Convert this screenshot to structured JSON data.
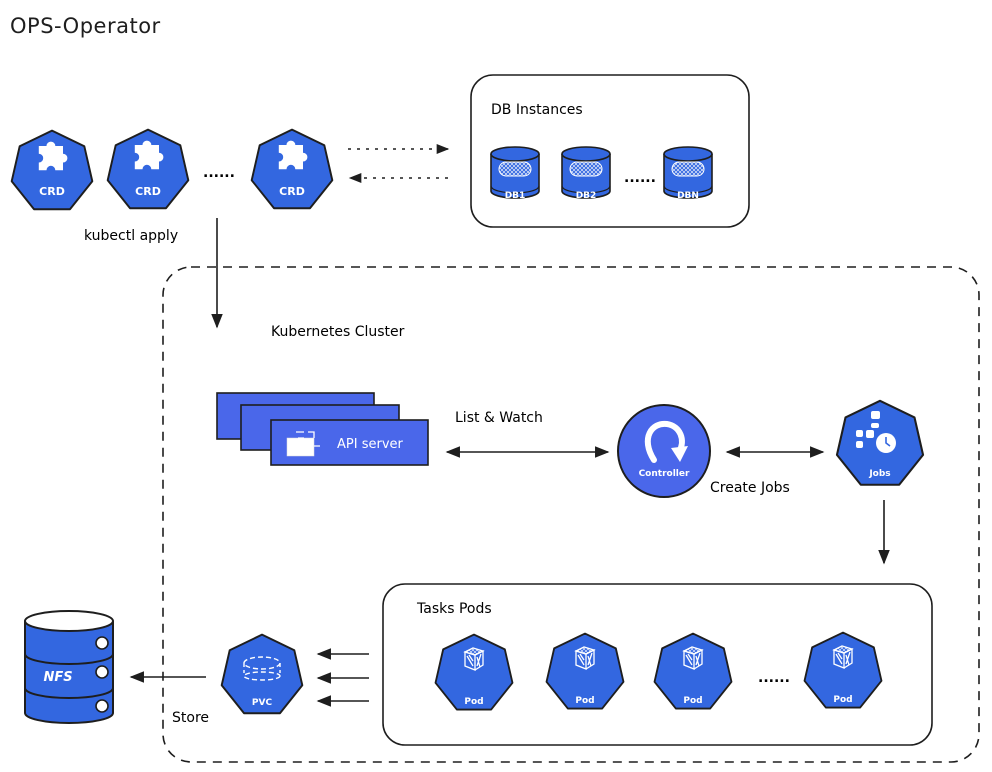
{
  "title": "OPS-Operator",
  "colors": {
    "node_fill": "#3367e0",
    "api_fill": "#4a67ea",
    "stroke": "#1e1e1e",
    "background": "#ffffff"
  },
  "crds": {
    "items": [
      {
        "label": "CRD",
        "icon": "puzzle-icon"
      },
      {
        "label": "CRD",
        "icon": "puzzle-icon"
      },
      {
        "label": "CRD",
        "icon": "puzzle-icon"
      }
    ],
    "ellipsis": "......",
    "apply_label": "kubectl apply"
  },
  "db_instances": {
    "title": "DB Instances",
    "items": [
      {
        "label": "DB1"
      },
      {
        "label": "DB2"
      },
      {
        "label": "DBN"
      }
    ],
    "ellipsis": "......"
  },
  "cluster": {
    "title": "Kubernetes Cluster",
    "api_server": {
      "label": "API server",
      "icon": "folder-icon"
    },
    "list_watch_label": "List & Watch",
    "controller": {
      "label": "Controller",
      "icon": "refresh-arrow-icon"
    },
    "create_jobs_label": "Create Jobs",
    "jobs": {
      "label": "Jobs",
      "icon": "jobs-clock-icon"
    },
    "tasks": {
      "title": "Tasks Pods",
      "pods": [
        {
          "label": "Pod"
        },
        {
          "label": "Pod"
        },
        {
          "label": "Pod"
        },
        {
          "label": "Pod"
        }
      ],
      "ellipsis": "......"
    },
    "pvc": {
      "label": "PVC",
      "icon": "volume-icon"
    },
    "store_label": "Store"
  },
  "nfs": {
    "label": "NFS",
    "icon": "server-stack-icon"
  }
}
